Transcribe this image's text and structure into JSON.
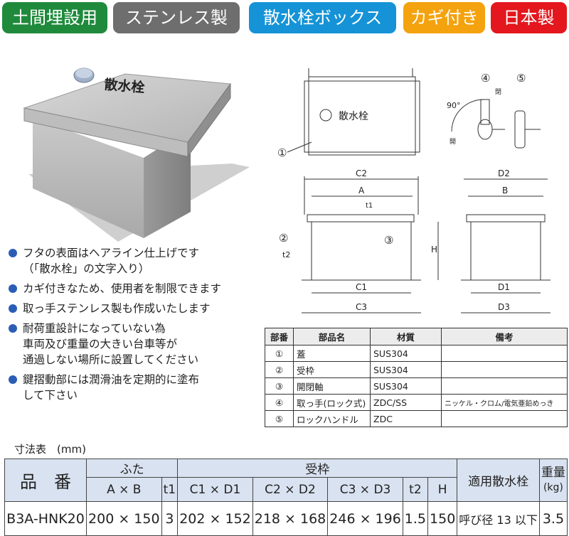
{
  "tags": [
    {
      "label": "土間埋設用",
      "color": "#1f8a3c"
    },
    {
      "label": "ステンレス製",
      "color": "#6e6e6e"
    },
    {
      "label": "散水栓ボックス",
      "color": "#1593d6"
    },
    {
      "label": "カギ付き",
      "color": "#f4a20d"
    },
    {
      "label": "日本製",
      "color": "#e3171d"
    }
  ],
  "photo": {
    "lid_text": "散水栓"
  },
  "drawing": {
    "lid_text": "散水栓",
    "labels": {
      "c2": "C2",
      "a": "A",
      "d2": "D2",
      "b": "B",
      "c1": "C1",
      "c3": "C3",
      "d1": "D1",
      "d3": "D3",
      "h": "H",
      "t1": "t1",
      "t2": "t2",
      "open": "開",
      "close": "閉",
      "angle": "90°"
    },
    "callouts": [
      "①",
      "②",
      "③",
      "④",
      "⑤"
    ]
  },
  "bullets": [
    "フタの表面はヘアライン仕上げです\n（「散水栓」の文字入り）",
    "カギ付きなため、使用者を制限できます",
    "取っ手ステンレス製も作成いたします",
    "耐荷重設計になっていない為\n車両及び重量の大きい台車等が\n通過しない場所に設置してください",
    "鍵摺動部には潤滑油を定期的に塗布\nして下さい"
  ],
  "parts_table": {
    "headers": [
      "部番",
      "部品名",
      "材質",
      "備考"
    ],
    "rows": [
      [
        "①",
        "蓋",
        "SUS304",
        ""
      ],
      [
        "②",
        "受枠",
        "SUS304",
        ""
      ],
      [
        "③",
        "開閉軸",
        "SUS304",
        ""
      ],
      [
        "④",
        "取っ手(ロック式)",
        "ZDC/SS",
        "ニッケル・クロム/電気亜鉛めっき"
      ],
      [
        "⑤",
        "ロックハンドル",
        "ZDC",
        ""
      ]
    ]
  },
  "dim_caption": "寸法表　(mm)",
  "dim_table": {
    "h_hinban": "品　番",
    "h_futa": "ふた",
    "h_ukewaku": "受枠",
    "h_sansui": "適用散水栓",
    "h_weight": "重量",
    "h_weight_unit": "(kg)",
    "h_axb": "A × B",
    "h_t1": "t1",
    "h_c1d1": "C1 × D1",
    "h_c2d2": "C2 × D2",
    "h_c3d3": "C3 × D3",
    "h_t2": "t2",
    "h_h": "H",
    "row": {
      "model": "B3A-HNK20",
      "axb": "200 × 150",
      "t1": "3",
      "c1d1": "202 × 152",
      "c2d2": "218 × 168",
      "c3d3": "246 × 196",
      "t2": "1.5",
      "h": "150",
      "sansui": "呼び径 13 以下",
      "weight": "3.5"
    }
  }
}
